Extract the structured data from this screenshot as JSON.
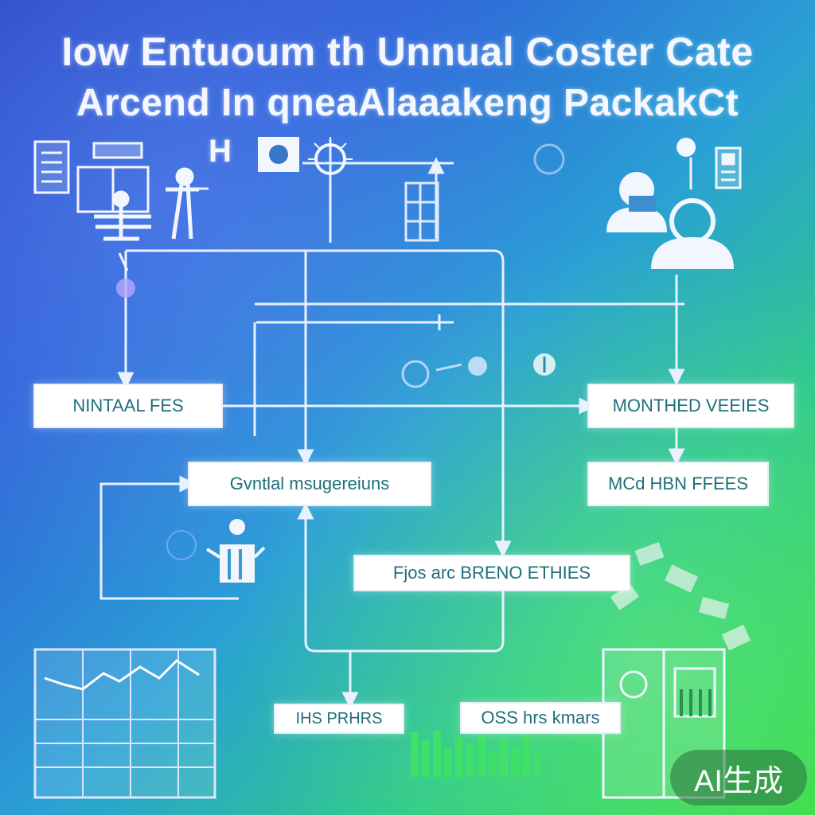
{
  "title": {
    "line1": "Iow Entuoum th Unnual Coster Cate",
    "line2": "Arcend In qneaAlaaakeng  PackakCt",
    "tag": "H"
  },
  "nodes": {
    "nintal_fes": "NINTAAL FES",
    "monthed_veeies": "MONTHED VEEIES",
    "gvntlal_msugereiuns": "Gvntlal msugereiuns",
    "mcd_hbn_ffees": "MCd HBN FFEES",
    "fjos_arc_breno_ethies": "Fjos arc BRENO ETHIES",
    "hs_prhrs": "IHS PRHRS",
    "oss_hrs_kmans": "OSS hrs kmars"
  },
  "badge": {
    "label": "AI生成"
  },
  "icons": [
    "document-icon",
    "worker-icon",
    "person-icon",
    "gear-bulb-icon",
    "building-icon",
    "people-group-icon",
    "idcard-icon",
    "coin-icon",
    "robot-icon",
    "chart-icon",
    "cabinet-icon",
    "money-icon"
  ],
  "colors": {
    "bg_start": "#2b48c8",
    "bg_mid": "#2aa0d6",
    "bg_end": "#36d84a",
    "box_text": "#1f6f7a",
    "line": "#e9f0ff"
  }
}
